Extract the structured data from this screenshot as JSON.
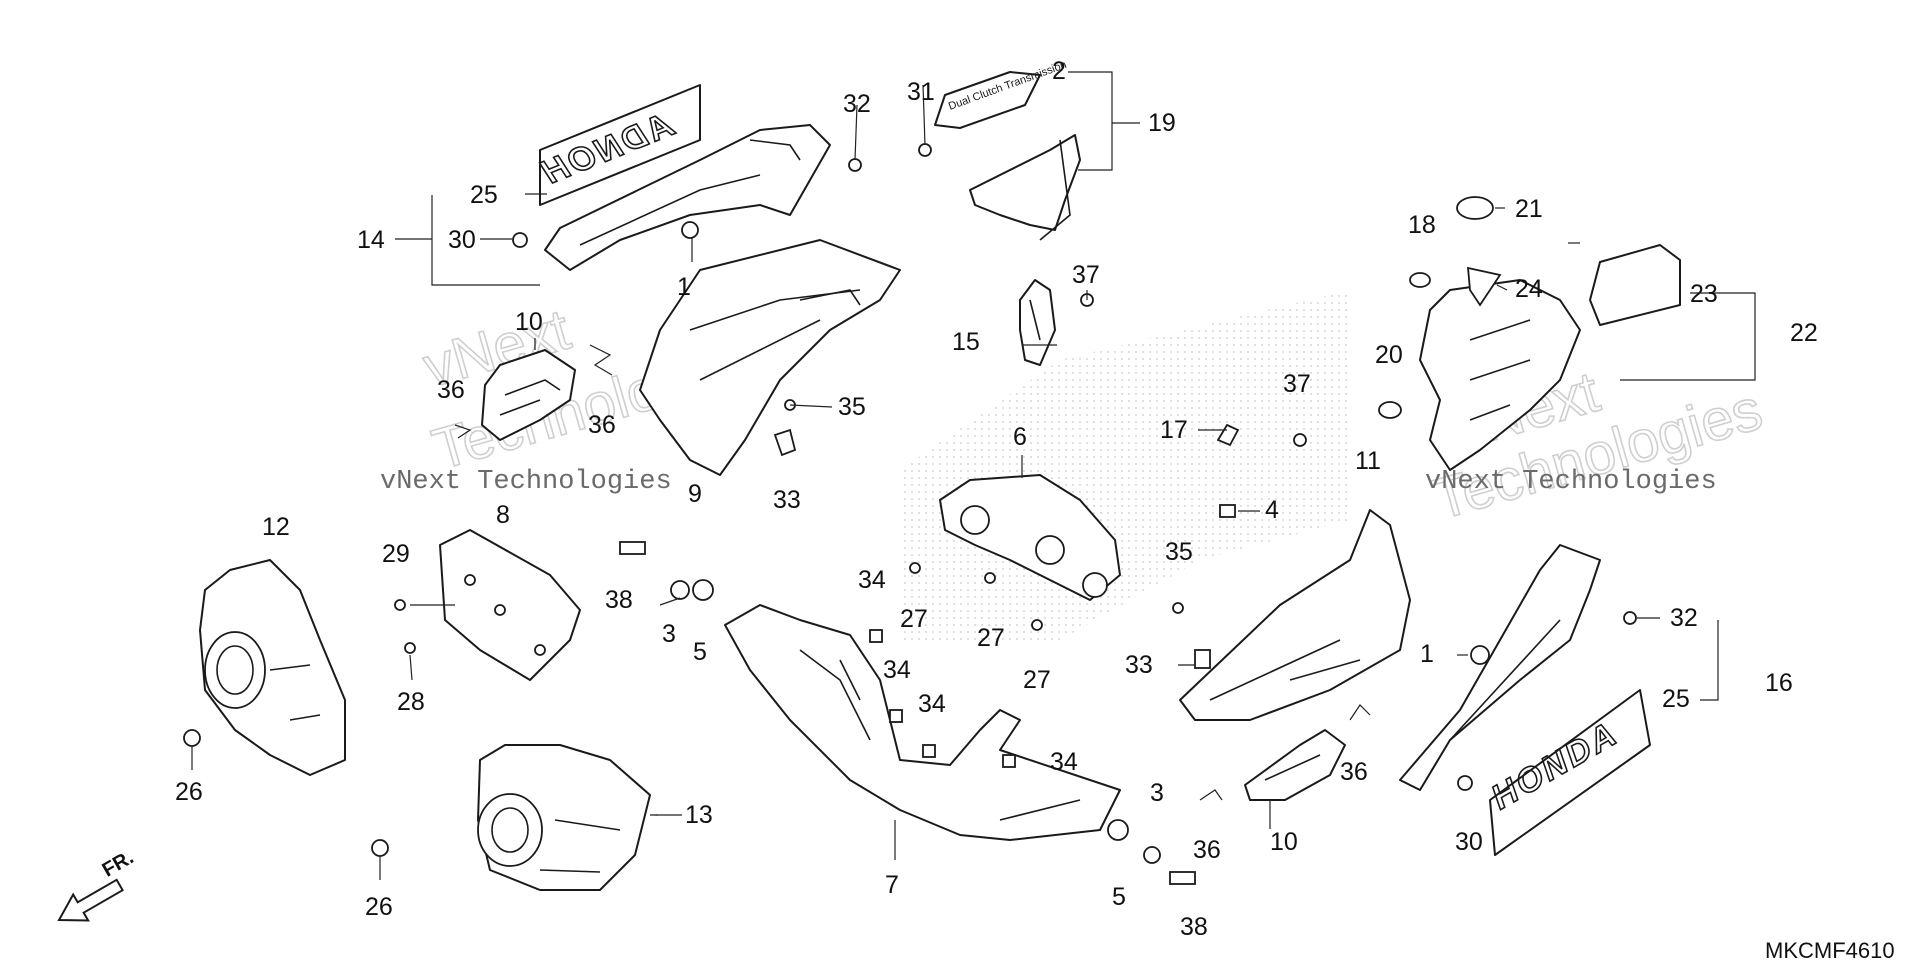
{
  "diagram_code": "MKCMF4610",
  "front_arrow_label": "FR.",
  "watermark_line1": "vNext Technologies",
  "watermark_line2": "Technologies",
  "watermark_line3": "vNext",
  "emblem_front": "ADNOH",
  "emblem_right": "HONDA",
  "decal_text": "Dual Clutch Transmission",
  "callouts": [
    "1",
    "2",
    "3",
    "4",
    "5",
    "6",
    "7",
    "8",
    "9",
    "10",
    "11",
    "12",
    "13",
    "14",
    "15",
    "16",
    "17",
    "18",
    "19",
    "20",
    "21",
    "22",
    "23",
    "24",
    "25",
    "26",
    "27",
    "28",
    "29",
    "30",
    "31",
    "32",
    "33",
    "34",
    "35",
    "36",
    "37",
    "38"
  ]
}
